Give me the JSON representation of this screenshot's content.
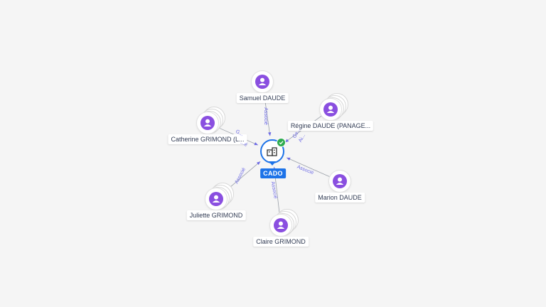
{
  "center": {
    "name": "CADO",
    "icon": "building-icon",
    "badge": "check-icon",
    "color": "#1d73e8"
  },
  "edge_color": "#6d6ae6",
  "person_color": "#8a4fe0",
  "nodes": [
    {
      "name": "Samuel DAUDE",
      "relation": "Associé",
      "stacked": false
    },
    {
      "name": "Régine DAUDE (PANAGE...",
      "relation": "Ge...",
      "relation2": "Ai...",
      "stacked": true
    },
    {
      "name": "Catherine GRIMOND (L...",
      "relation": "G...",
      "relation2": "...é",
      "stacked": true
    },
    {
      "name": "Marion DAUDE",
      "relation": "Associé",
      "stacked": false
    },
    {
      "name": "Juliette GRIMOND",
      "relation": "Associé",
      "stacked": true
    },
    {
      "name": "Claire GRIMOND",
      "relation": "Associé",
      "stacked": true
    }
  ]
}
